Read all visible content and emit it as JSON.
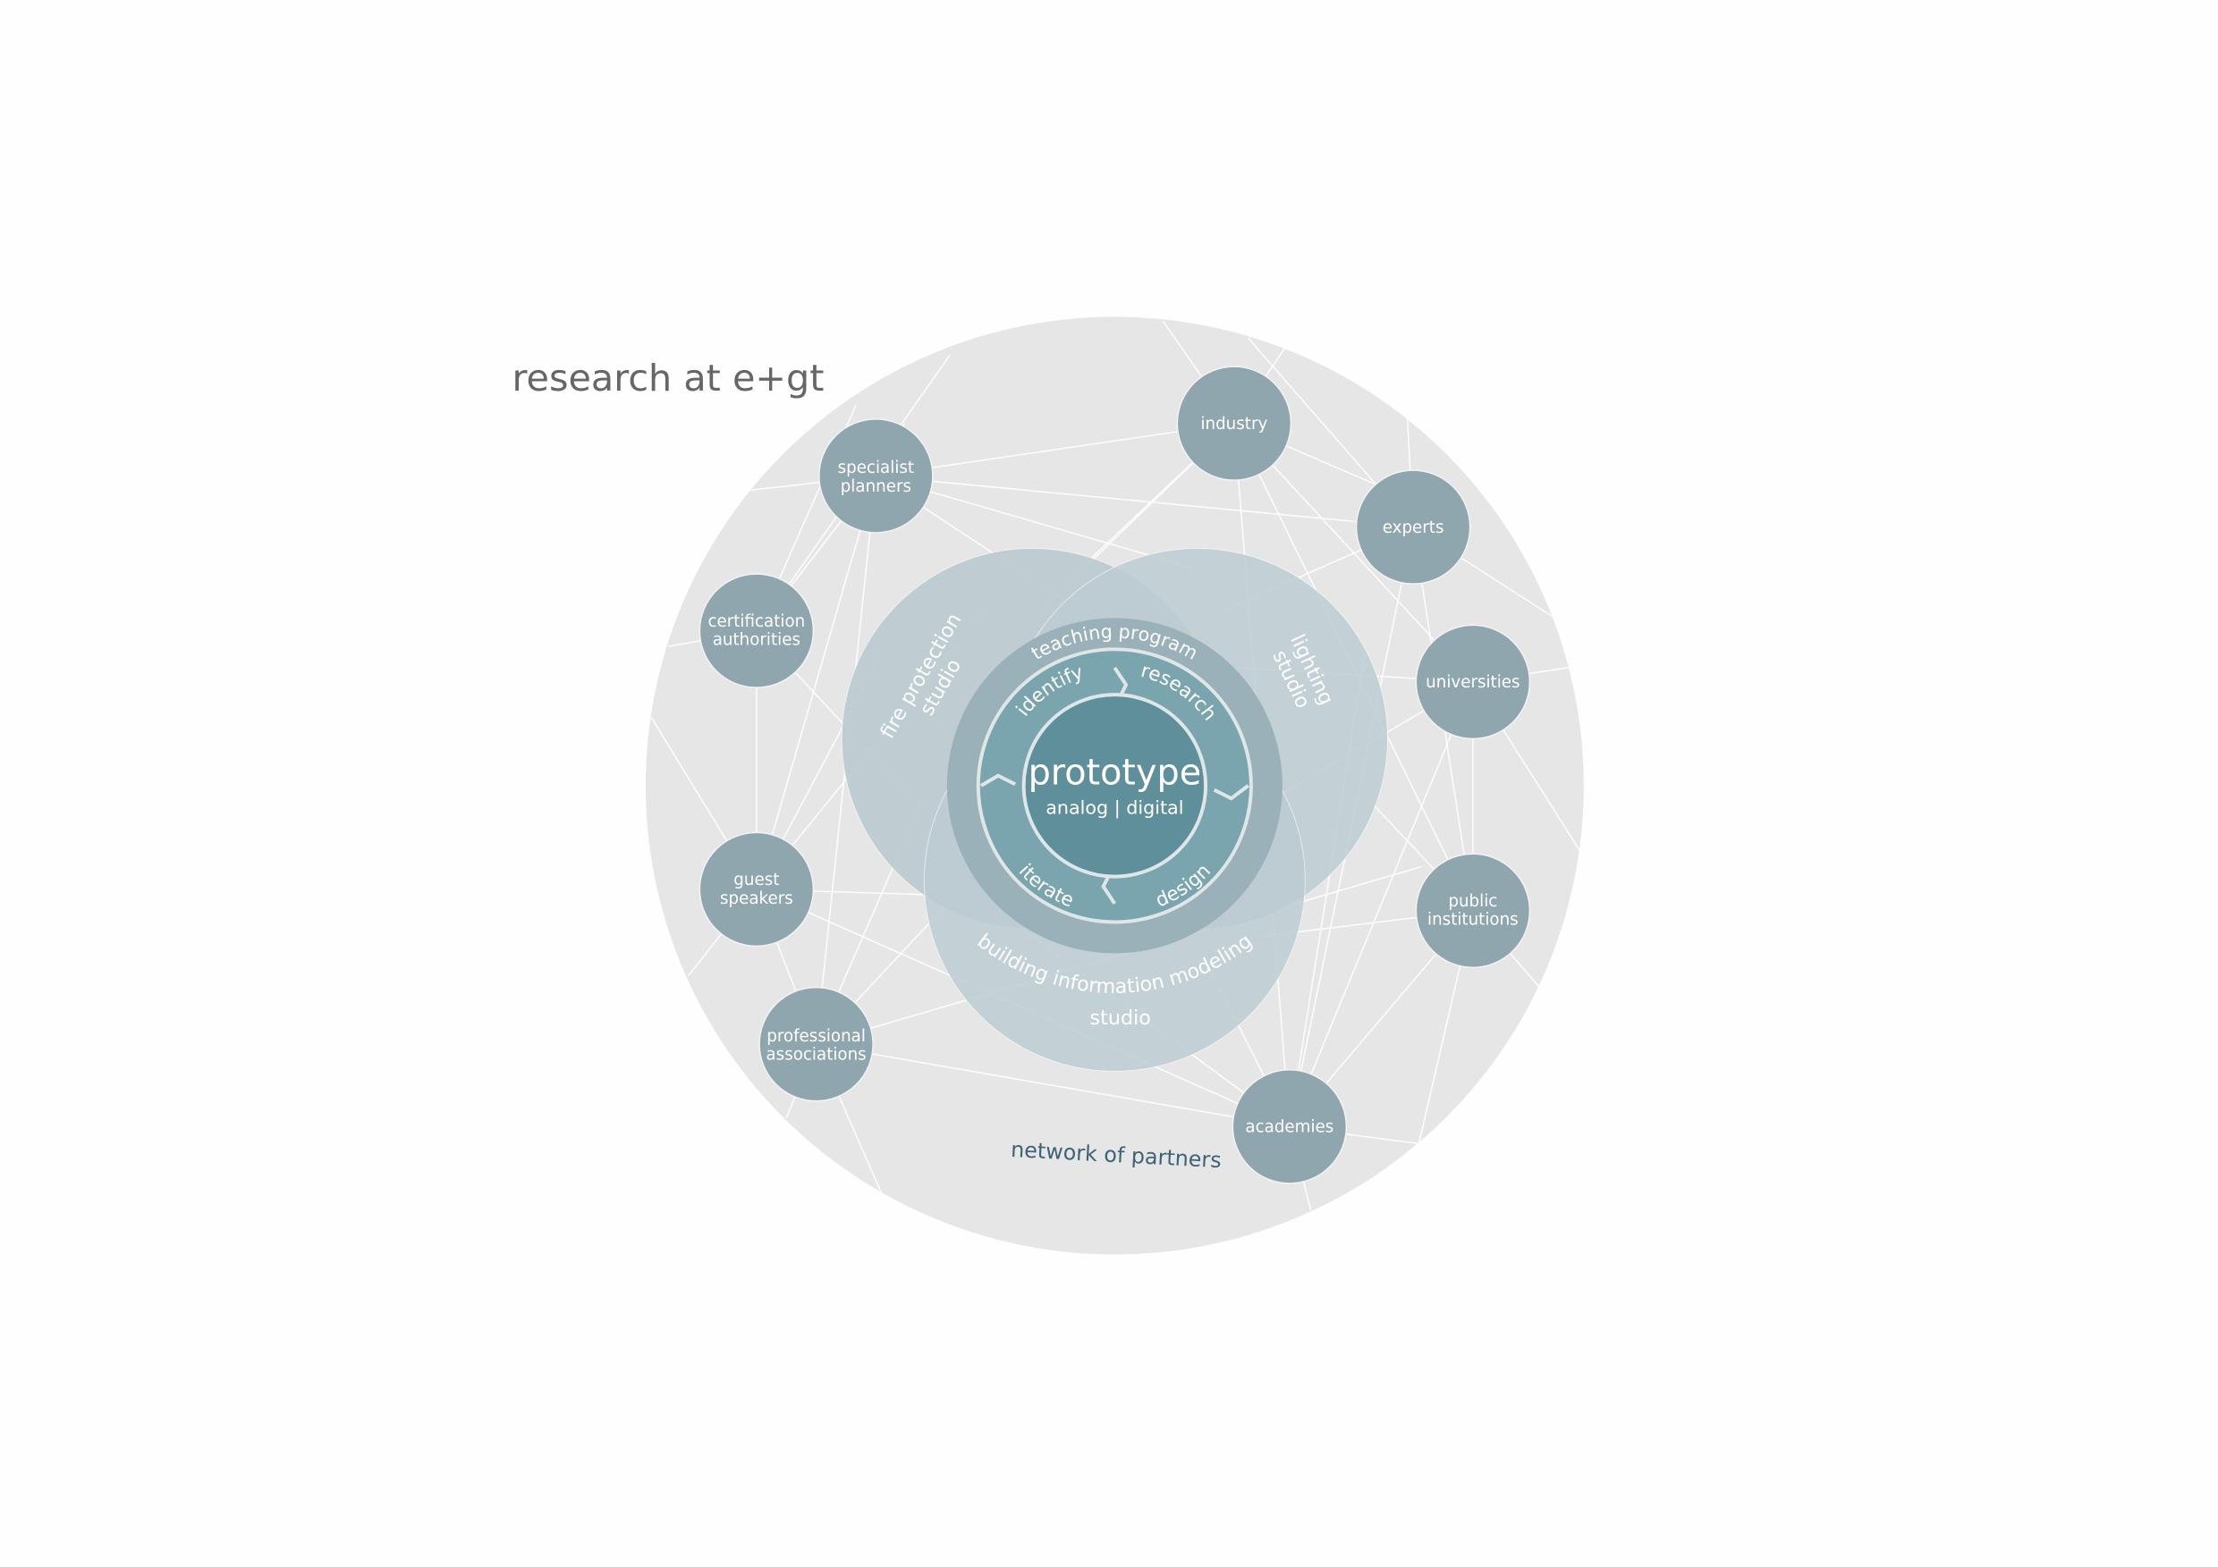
{
  "title": "research at e+gt",
  "network_label": "network of partners",
  "partners": {
    "specialist_planners": [
      "specialist",
      "planners"
    ],
    "industry": [
      "industry"
    ],
    "experts": [
      "experts"
    ],
    "universities": [
      "universities"
    ],
    "certification_authorities": [
      "certification",
      "authorities"
    ],
    "guest_speakers": [
      "guest",
      "speakers"
    ],
    "professional_associations": [
      "professional",
      "associations"
    ],
    "public_institutions": [
      "public",
      "institutions"
    ],
    "academies": [
      "academies"
    ]
  },
  "studios": {
    "fire_protection": [
      "fire protection",
      "studio"
    ],
    "lighting": [
      "lighting",
      "studio"
    ],
    "bim": [
      "building information modeling",
      "studio"
    ]
  },
  "teaching_program": "teaching program",
  "phases": {
    "identify": "identify",
    "research": "research",
    "design": "design",
    "iterate": "iterate"
  },
  "core": {
    "title": "prototype",
    "subtitle": "analog | digital"
  },
  "colors": {
    "network_bg": "#e6e6e6",
    "node": "#8fa6ae",
    "studio": "#bccbd1",
    "ring": "#9bb1b9",
    "phase": "#7aa5ae",
    "core": "#5f8f9b",
    "network_label": "#3d6475"
  }
}
